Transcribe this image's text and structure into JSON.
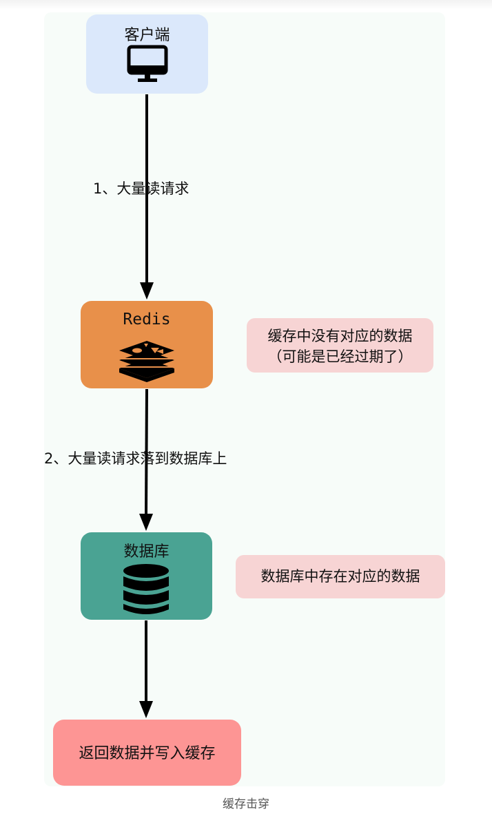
{
  "nodes": {
    "client": {
      "label": "客户端",
      "icon": "monitor-icon",
      "color": "#dbe8fb"
    },
    "redis": {
      "label": "Redis",
      "icon": "redis-logo-icon",
      "color": "#e8904a"
    },
    "database": {
      "label": "数据库",
      "icon": "database-icon",
      "color": "#4aa393"
    },
    "result": {
      "label": "返回数据并写入缓存",
      "color": "#fd9594"
    }
  },
  "edges": {
    "step1": {
      "label": "1、大量读请求"
    },
    "step2": {
      "label": "2、大量读请求落到数据库上"
    }
  },
  "notes": {
    "redis_note": {
      "line1": "缓存中没有对应的数据",
      "line2": "（可能是已经过期了）"
    },
    "db_note": {
      "text": "数据库中存在对应的数据"
    }
  },
  "caption": "缓存击穿"
}
